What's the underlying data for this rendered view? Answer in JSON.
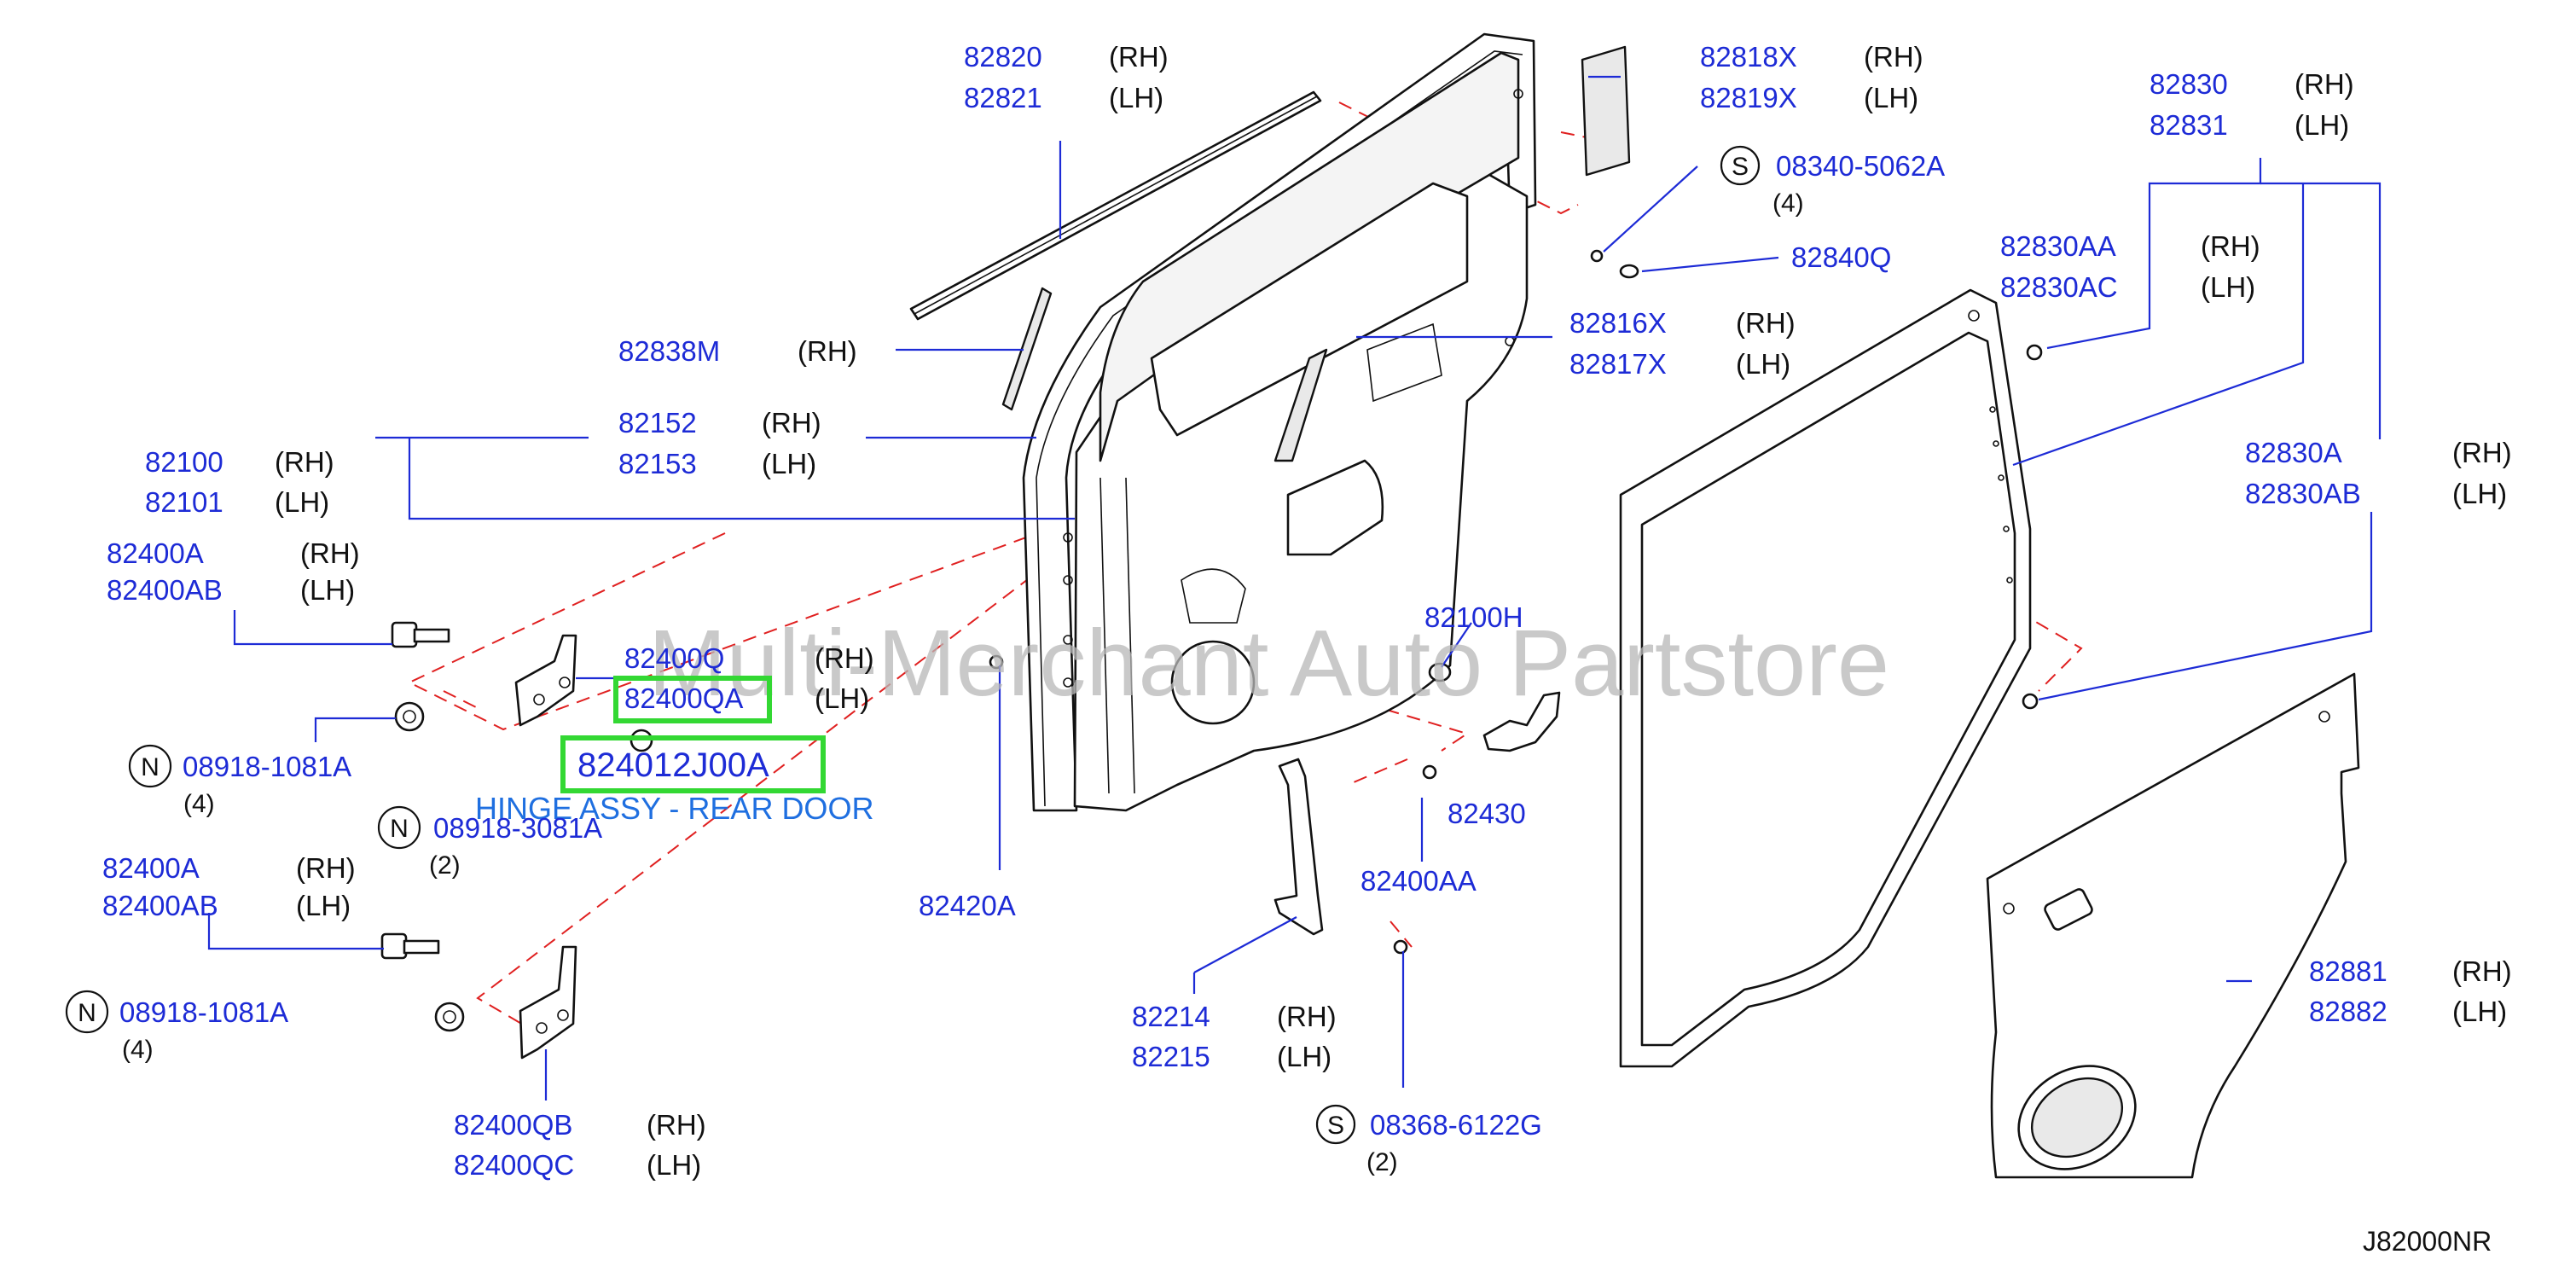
{
  "watermark": "Multi-Merchant Auto Partstore",
  "diagram_code": "J82000NR",
  "highlight": {
    "part_number": "824012J00A",
    "caption": "HINGE ASSY - REAR DOOR"
  },
  "symbols": {
    "screw": "S",
    "nut": "N"
  },
  "callouts": {
    "c82820": {
      "rh": "82820",
      "rh_side": "(RH)",
      "lh": "82821",
      "lh_side": "(LH)"
    },
    "c82818X": {
      "rh": "82818X",
      "rh_side": "(RH)",
      "lh": "82819X",
      "lh_side": "(LH)"
    },
    "c08340": {
      "part": "08340-5062A",
      "qty": "(4)"
    },
    "c82840Q": {
      "part": "82840Q"
    },
    "c82830": {
      "rh": "82830",
      "rh_side": "(RH)",
      "lh": "82831",
      "lh_side": "(LH)"
    },
    "c82830AA": {
      "rh": "82830AA",
      "rh_side": "(RH)",
      "lh": "82830AC",
      "lh_side": "(LH)"
    },
    "c82816X": {
      "rh": "82816X",
      "rh_side": "(RH)",
      "lh": "82817X",
      "lh_side": "(LH)"
    },
    "c82838M": {
      "part": "82838M",
      "side": "(RH)"
    },
    "c82152": {
      "rh": "82152",
      "rh_side": "(RH)",
      "lh": "82153",
      "lh_side": "(LH)"
    },
    "c82100": {
      "rh": "82100",
      "rh_side": "(RH)",
      "lh": "82101",
      "lh_side": "(LH)"
    },
    "c82830A": {
      "rh": "82830A",
      "rh_side": "(RH)",
      "lh": "82830AB",
      "lh_side": "(LH)"
    },
    "c82400A_top": {
      "rh": "82400A",
      "rh_side": "(RH)",
      "lh": "82400AB",
      "lh_side": "(LH)"
    },
    "c82100H": {
      "part": "82100H"
    },
    "c82400Q": {
      "rh": "82400Q",
      "rh_side": "(RH)",
      "lh": "82400QA",
      "lh_side": "(LH)"
    },
    "c08918_1081_top": {
      "part": "08918-1081A",
      "qty": "(4)"
    },
    "c08918_3081": {
      "part": "08918-3081A",
      "qty": "(2)"
    },
    "c82430": {
      "part": "82430"
    },
    "c82420A": {
      "part": "82420A"
    },
    "c82400AA": {
      "part": "82400AA"
    },
    "c82400A_bot": {
      "rh": "82400A",
      "rh_side": "(RH)",
      "lh": "82400AB",
      "lh_side": "(LH)"
    },
    "c08918_1081_bot": {
      "part": "08918-1081A",
      "qty": "(4)"
    },
    "c82214": {
      "rh": "82214",
      "rh_side": "(RH)",
      "lh": "82215",
      "lh_side": "(LH)"
    },
    "c82881": {
      "rh": "82881",
      "rh_side": "(RH)",
      "lh": "82882",
      "lh_side": "(LH)"
    },
    "c82400QB": {
      "rh": "82400QB",
      "rh_side": "(RH)",
      "lh": "82400QC",
      "lh_side": "(LH)"
    },
    "c08368": {
      "part": "08368-6122G",
      "qty": "(2)"
    }
  }
}
